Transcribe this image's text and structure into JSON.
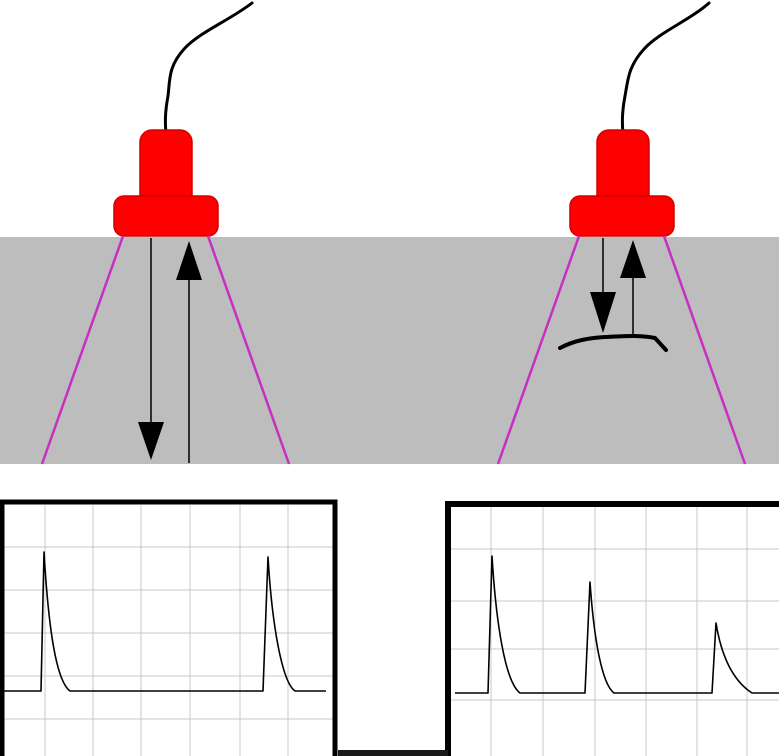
{
  "colors": {
    "background": "#ffffff",
    "test_material": "#bdbdbe",
    "transducer": "#ff0000",
    "beam_edge": "#c72fc2",
    "cable": "#000000",
    "arrow": "#000000",
    "flaw": "#000000",
    "screen_frame": "#000000",
    "screen_grid": "#c8c8c8",
    "trace": "#000000"
  },
  "panels": [
    {
      "id": "no-flaw",
      "has_flaw": false,
      "screen_pulses": [
        "initial-pulse",
        "back-wall-echo"
      ]
    },
    {
      "id": "with-flaw",
      "has_flaw": true,
      "screen_pulses": [
        "initial-pulse",
        "flaw-echo",
        "back-wall-echo"
      ]
    }
  ],
  "icons": {
    "transducer": "ultrasonic-transducer-icon",
    "cable": "cable-icon"
  }
}
